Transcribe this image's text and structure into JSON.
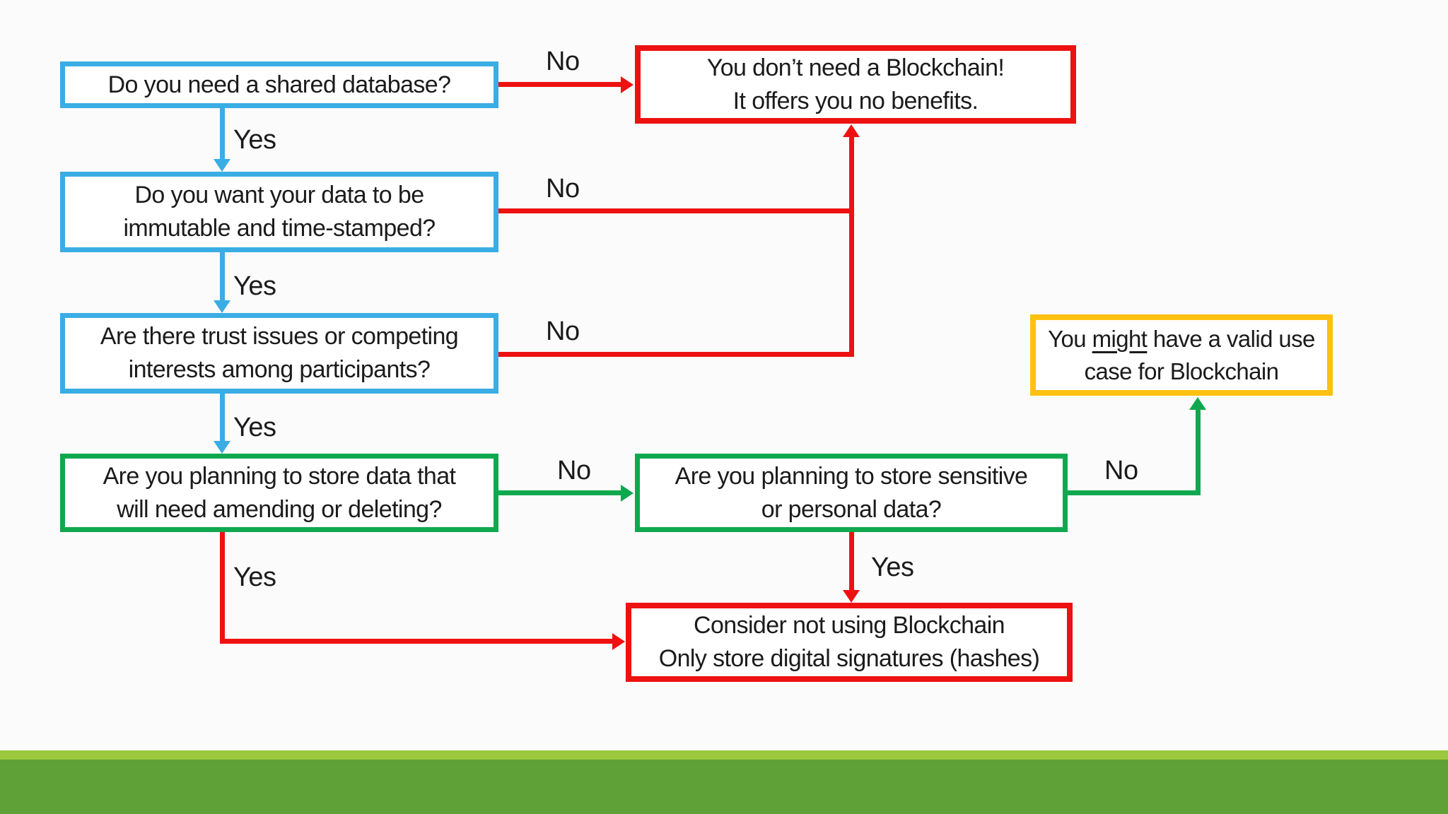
{
  "colors": {
    "question_blue": "#3AADE4",
    "decision_green": "#10A84F",
    "stop_red": "#EE1111",
    "maybe_yellow": "#FFC010",
    "footer_light_green": "#9CC83D",
    "footer_dark_green": "#5FA037",
    "background": "#FBFBFB",
    "box_fill": "#FFFFFF",
    "text": "#1B1B1B"
  },
  "flowchart": {
    "nodes": {
      "q_shared_db": {
        "lines": [
          "Do you need a shared database?"
        ]
      },
      "q_immutable": {
        "lines": [
          "Do you want your data to be",
          "immutable and time-stamped?"
        ]
      },
      "q_trust": {
        "lines": [
          "Are there trust issues or competing",
          "interests among participants?"
        ]
      },
      "q_amend": {
        "lines": [
          "Are you planning to store data that",
          "will need amending or deleting?"
        ]
      },
      "q_sensitive": {
        "lines": [
          "Are you planning to store sensitive",
          "or personal data?"
        ]
      },
      "outcome_no_blockchain": {
        "lines": [
          "You don’t need a Blockchain!",
          "It offers you no benefits."
        ]
      },
      "outcome_consider_not_using": {
        "lines": [
          "Consider not using Blockchain",
          "Only store digital signatures (hashes)"
        ]
      },
      "outcome_maybe": {
        "line1_pre": "You",
        "line1_underlined": "might",
        "line1_post": "have a valid use",
        "line2": "case for Blockchain"
      }
    },
    "edge_labels": {
      "q1_no": "No",
      "q1_yes": "Yes",
      "q2_no": "No",
      "q2_yes": "Yes",
      "q3_no": "No",
      "q3_yes": "Yes",
      "q4_no": "No",
      "q4_yes": "Yes",
      "q5_yes": "Yes",
      "q5_no": "No"
    }
  }
}
